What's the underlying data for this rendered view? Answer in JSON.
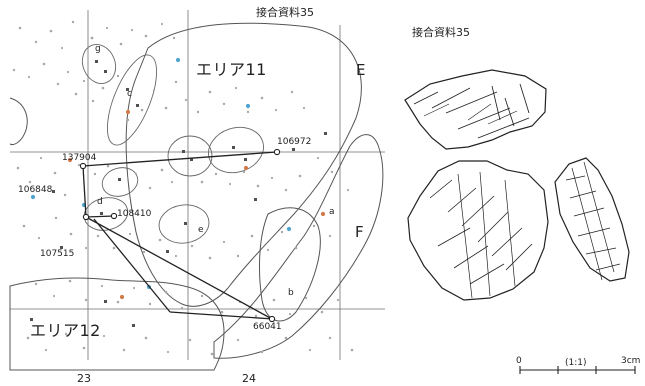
{
  "map": {
    "title": "接合資料35",
    "area_labels": [
      "エリア11",
      "エリア12"
    ],
    "zone_labels": [
      "E",
      "F"
    ],
    "small_labels": [
      "g",
      "c",
      "d",
      "e",
      "a",
      "b"
    ],
    "point_ids": [
      "137904",
      "106972",
      "106848",
      "108410",
      "107515",
      "66041"
    ],
    "grid_labels": [
      "23",
      "24"
    ]
  },
  "drawing": {
    "title": "接合資料35",
    "scale_ticks": [
      "0",
      "3cm"
    ],
    "scale_ratio": "(1:1)"
  }
}
